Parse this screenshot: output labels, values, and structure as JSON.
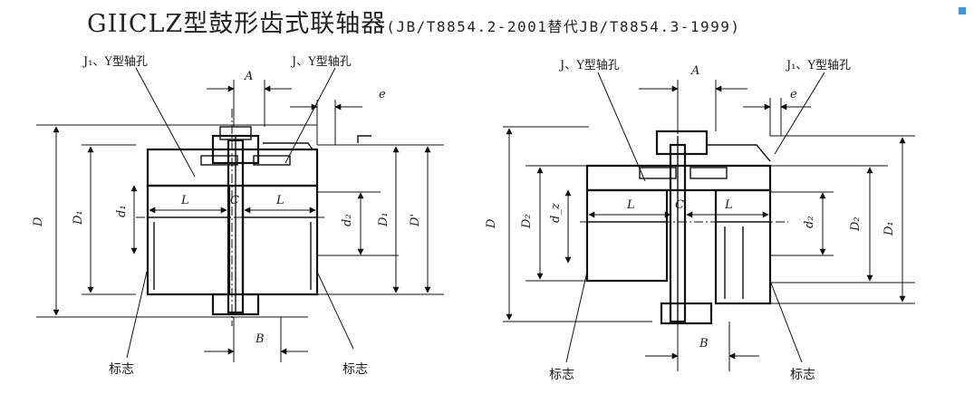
{
  "title": {
    "main": "GIICLZ型鼓形齿式联轴器",
    "sub": "(JB/T8854.2-2001替代JB/T8854.3-1999)"
  },
  "left_view": {
    "hole_label_left": "J₁、Y型轴孔",
    "hole_label_right": "J、Y型轴孔",
    "dim_A": "A",
    "dim_e": "e",
    "dim_D": "D",
    "dim_D1_left": "D₁",
    "dim_d1": "d₁",
    "dim_L_left": "L",
    "dim_C": "C",
    "dim_L_right": "L",
    "dim_d2": "d₂",
    "dim_D1_right": "D₁",
    "dim_Dprime": "D'",
    "dim_B": "B",
    "mark_left": "标志",
    "mark_right": "标志"
  },
  "right_view": {
    "hole_label_left": "J、Y型轴孔",
    "hole_label_right": "J₁、Y型轴孔",
    "dim_A": "A",
    "dim_e": "e",
    "dim_D": "D",
    "dim_D2_left": "D₂",
    "dim_dz": "d_z",
    "dim_L_left": "L",
    "dim_C": "C",
    "dim_L_right": "L",
    "dim_d2": "d₂",
    "dim_D2_right": "D₂",
    "dim_D1": "D₁",
    "dim_B": "B",
    "mark_left": "标志",
    "mark_right": "标志"
  },
  "colors": {
    "line": "#111111",
    "accent": "#3a9ad9",
    "background": "#ffffff"
  }
}
